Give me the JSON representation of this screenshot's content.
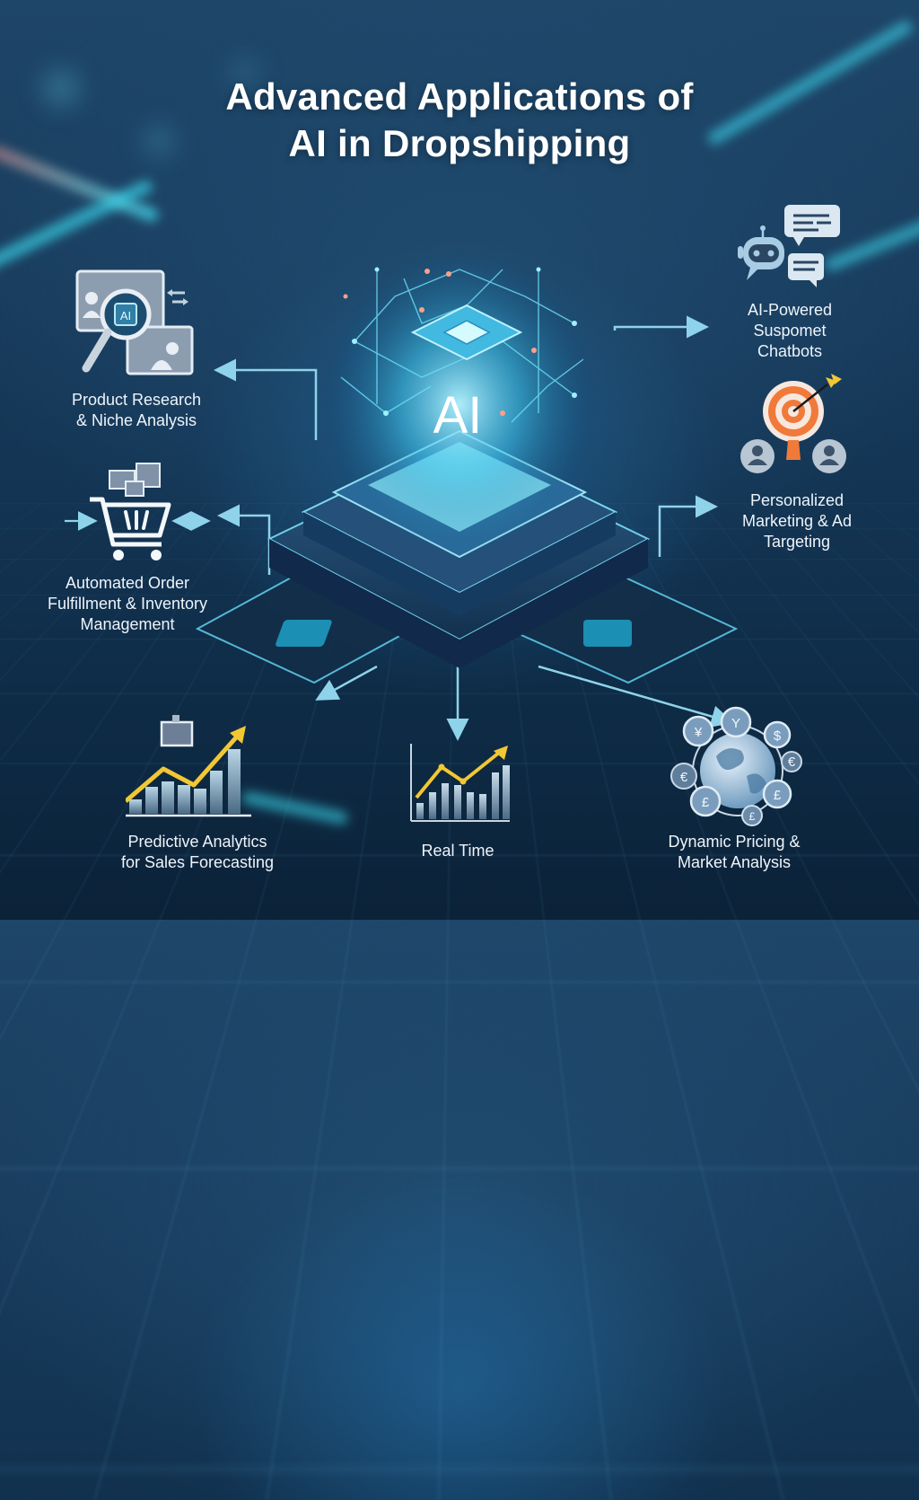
{
  "title": {
    "line1": "Advanced Applications of",
    "line2": "AI in Dropshipping"
  },
  "center": {
    "label": "AI",
    "icon": "ai-chip-platform-icon"
  },
  "nodes": [
    {
      "id": "product-research",
      "lines": [
        "Product Research",
        "& Niche Analysis"
      ],
      "icon": "magnifier-ai-chip-icon"
    },
    {
      "id": "order-fulfillment",
      "lines": [
        "Automated Order",
        "Fulfillment & Inventory",
        "Management"
      ],
      "icon": "shopping-cart-icon"
    },
    {
      "id": "predictive-analytics",
      "lines": [
        "Predictive Analytics",
        "for Sales Forecasting"
      ],
      "icon": "growth-chart-icon"
    },
    {
      "id": "real-time",
      "lines": [
        "Real Time"
      ],
      "icon": "bar-chart-trend-icon"
    },
    {
      "id": "dynamic-pricing",
      "lines": [
        "Dynamic Pricing &",
        "Market Analysis"
      ],
      "icon": "globe-currency-icon"
    },
    {
      "id": "personalized-marketing",
      "lines": [
        "Personalized",
        "Marketing & Ad",
        "Targeting"
      ],
      "icon": "target-audience-icon"
    },
    {
      "id": "chatbots",
      "lines": [
        "AI-Powered",
        "Suspomet",
        "Chatbots"
      ],
      "icon": "chatbot-icon"
    }
  ],
  "currency_symbols": [
    "¥",
    "Y",
    "$",
    "€",
    "€",
    "£",
    "£",
    "£"
  ],
  "colors": {
    "background_top": "#1e4668",
    "background_bottom": "#0b2238",
    "accent_cyan": "#4fd6f0",
    "arrow": "#8fd3ea",
    "chart_line": "#f2c832",
    "target_orange": "#f07a3a",
    "icon_gray": "#b8c6d4"
  }
}
